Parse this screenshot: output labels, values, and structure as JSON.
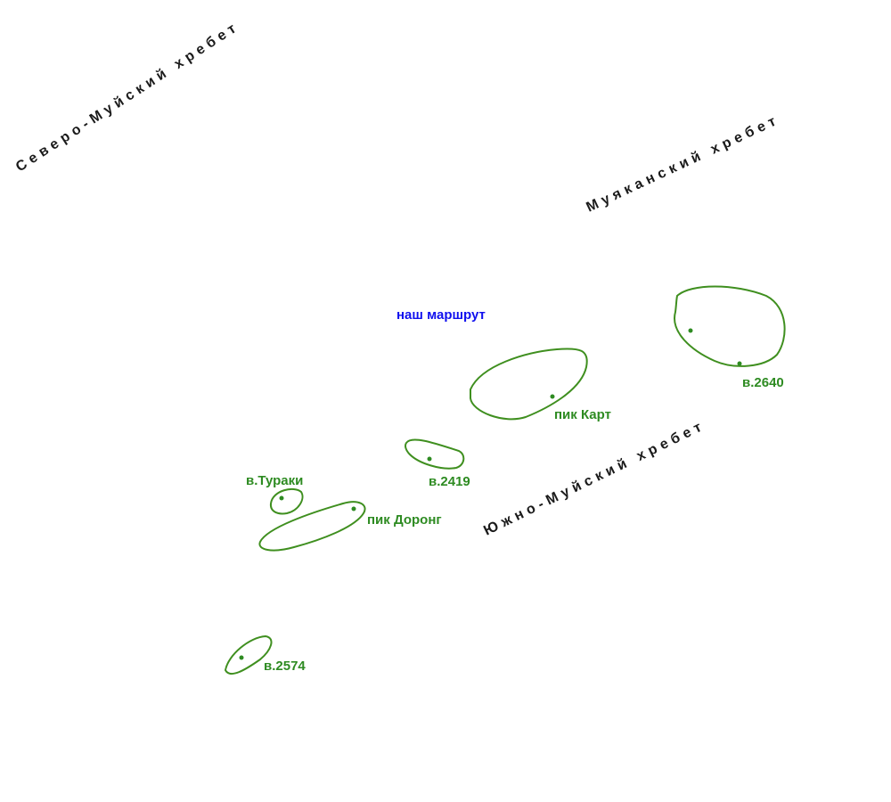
{
  "colors": {
    "ridge_text": "#1a1a1a",
    "peak": "#2e8b22",
    "contour": "#3f8f1f",
    "route": "#1010ee"
  },
  "ridges": {
    "severo_muysky": "Северо-Муйский хребет",
    "muyakansky": "Муяканский хребет",
    "yuzhno_muysky": "Южно-Муйский хребет"
  },
  "route_label": "наш маршрут",
  "peaks": {
    "v2640": "в.2640",
    "pik_kart": "пик Карт",
    "v2419": "в.2419",
    "v_turaki": "в.Тураки",
    "pik_dorong": "пик Доронг",
    "v2574": "в.2574"
  }
}
